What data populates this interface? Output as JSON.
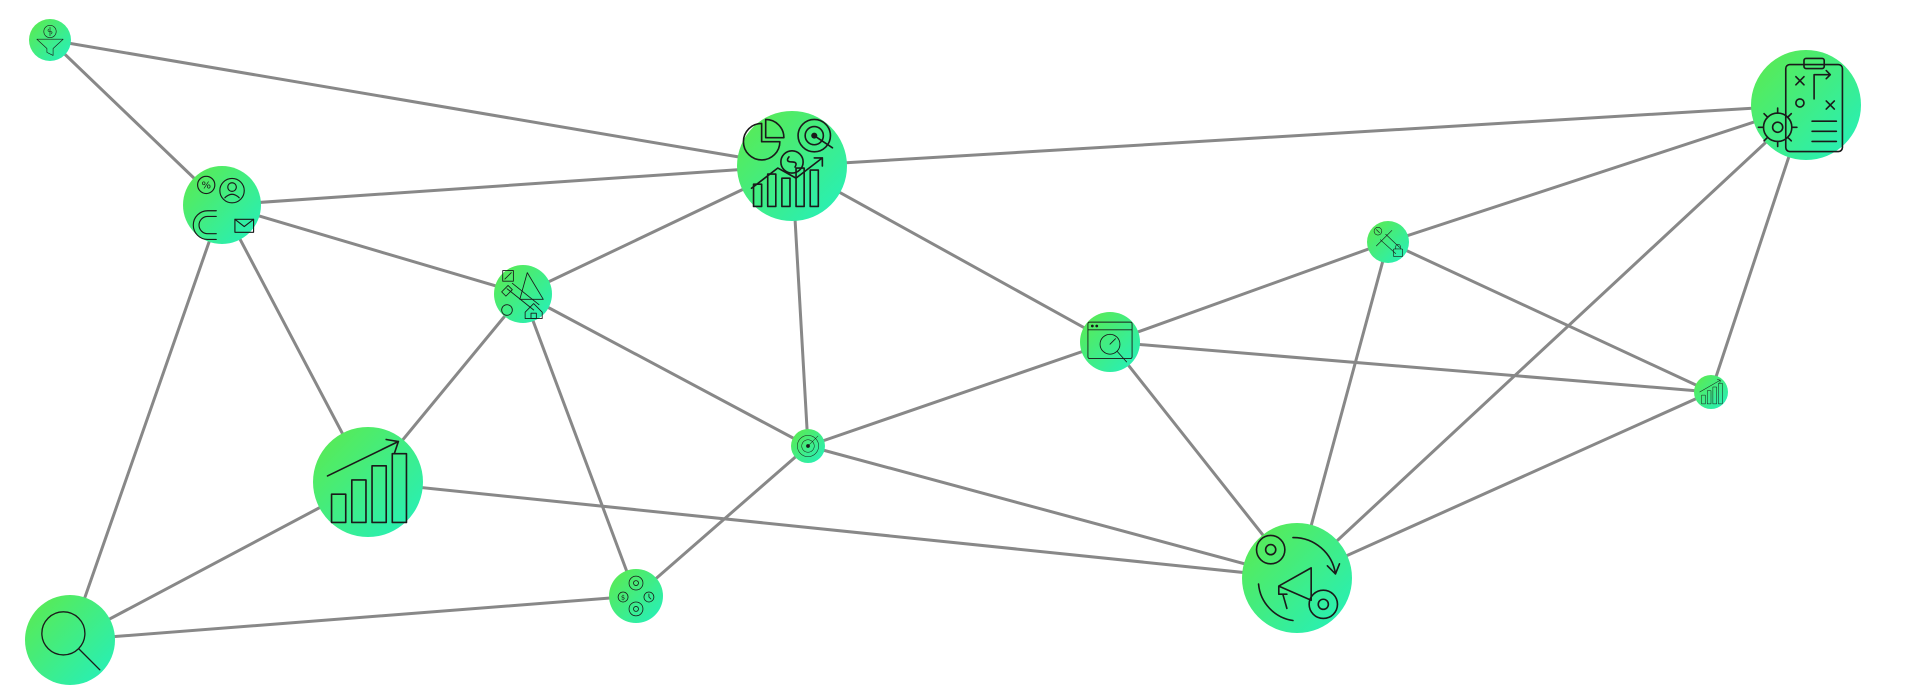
{
  "diagram": {
    "type": "network-graph",
    "background": "#ffffff",
    "edge_color": "#888888",
    "node_gradient": [
      "#5eea4a",
      "#22f0c0"
    ],
    "nodes": [
      {
        "id": "funnel",
        "icon": "dollar-funnel-icon"
      },
      {
        "id": "magnet",
        "icon": "lead-magnet-icon"
      },
      {
        "id": "analytics",
        "icon": "analytics-dashboard-icon"
      },
      {
        "id": "strategy",
        "icon": "strategy-clipboard-icon"
      },
      {
        "id": "tools",
        "icon": "seo-tools-icon"
      },
      {
        "id": "growth",
        "icon": "growth-chart-icon"
      },
      {
        "id": "target",
        "icon": "target-icon"
      },
      {
        "id": "web",
        "icon": "web-analytics-icon"
      },
      {
        "id": "search",
        "icon": "search-icon"
      },
      {
        "id": "settings",
        "icon": "settings-icon"
      },
      {
        "id": "marketing",
        "icon": "marketing-automation-icon"
      },
      {
        "id": "dev",
        "icon": "dev-tools-icon"
      },
      {
        "id": "smallchart",
        "icon": "small-chart-icon"
      }
    ],
    "edges": [
      [
        "funnel",
        "magnet"
      ],
      [
        "funnel",
        "analytics"
      ],
      [
        "magnet",
        "analytics"
      ],
      [
        "magnet",
        "tools"
      ],
      [
        "magnet",
        "growth"
      ],
      [
        "magnet",
        "search"
      ],
      [
        "analytics",
        "tools"
      ],
      [
        "analytics",
        "target"
      ],
      [
        "analytics",
        "web"
      ],
      [
        "analytics",
        "strategy"
      ],
      [
        "tools",
        "growth"
      ],
      [
        "tools",
        "target"
      ],
      [
        "tools",
        "settings"
      ],
      [
        "growth",
        "search"
      ],
      [
        "growth",
        "marketing"
      ],
      [
        "search",
        "settings"
      ],
      [
        "settings",
        "target"
      ],
      [
        "target",
        "web"
      ],
      [
        "target",
        "marketing"
      ],
      [
        "web",
        "dev"
      ],
      [
        "web",
        "smallchart"
      ],
      [
        "web",
        "marketing"
      ],
      [
        "dev",
        "strategy"
      ],
      [
        "dev",
        "smallchart"
      ],
      [
        "dev",
        "marketing"
      ],
      [
        "strategy",
        "smallchart"
      ],
      [
        "strategy",
        "marketing"
      ],
      [
        "smallchart",
        "marketing"
      ]
    ]
  }
}
